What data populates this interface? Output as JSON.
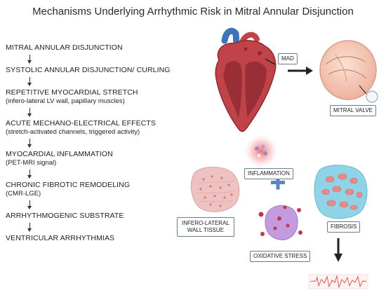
{
  "title": "Mechanisms Underlying Arrhythmic Risk in Mitral Annular Disjunction",
  "steps": [
    {
      "title": "MITRAL ANNULAR DISJUNCTION",
      "sub": ""
    },
    {
      "title": "SYSTOLIC ANNULAR DISJUNCTION/ CURLING",
      "sub": ""
    },
    {
      "title": "REPETITIVE MYOCARDIAL STRETCH",
      "sub": "(infero-lateral LV wall, papillary muscles)"
    },
    {
      "title": "ACUTE MECHANO-ELECTRICAL EFFECTS",
      "sub": "(stretch-activated channels, triggered activity)"
    },
    {
      "title": "MYOCARDIAL INFLAMMATION",
      "sub": "(PET-MRI signal)"
    },
    {
      "title": "CHRONIC FIBROTIC REMODELING",
      "sub": "(CMR-LGE)"
    },
    {
      "title": "ARRHYTHMOGENIC SUBSTRATE",
      "sub": ""
    },
    {
      "title": "VENTRICULAR ARRHYTHMIAS",
      "sub": ""
    }
  ],
  "labels": {
    "mad": "MAD",
    "mitral_valve": "MITRAL VALVE",
    "inflammation": "INFLAMMATION",
    "tissue_line1": "INFERO-LATERAL",
    "tissue_line2": "WALL TISSUE",
    "fibrosis": "FIBROSIS",
    "oxidative": "OXIDATIVE STRESS"
  },
  "colors": {
    "heart_red": "#c0434a",
    "heart_dark": "#8e2730",
    "vessel_blue": "#3d73b8",
    "valve_pink": "#f2c1ad",
    "tissue_pink": "#efc2c2",
    "fibrosis_blue": "#8fd3e6",
    "oxidative_purple": "#c59be0",
    "plus_blue": "#5a86c2",
    "ecg_red": "#d65a5a"
  }
}
